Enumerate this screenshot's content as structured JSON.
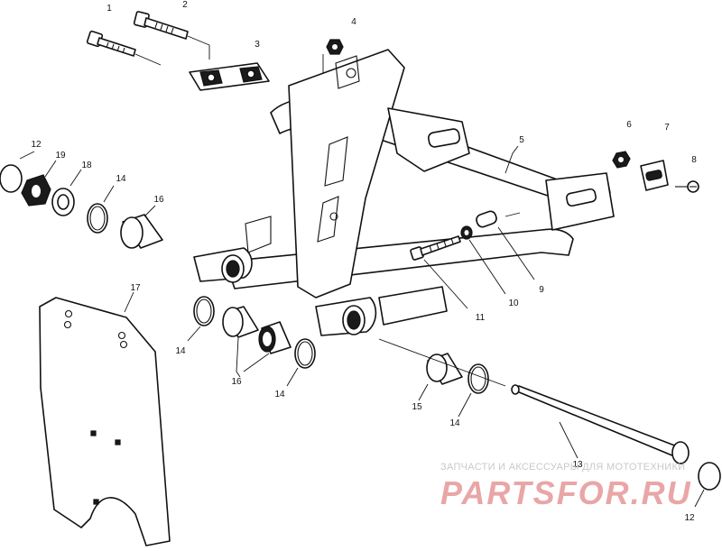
{
  "callouts": [
    {
      "id": "c1",
      "text": "1"
    },
    {
      "id": "c2",
      "text": "2"
    },
    {
      "id": "c3",
      "text": "3"
    },
    {
      "id": "c4",
      "text": "4"
    },
    {
      "id": "c5",
      "text": "5"
    },
    {
      "id": "c6",
      "text": "6"
    },
    {
      "id": "c7",
      "text": "7"
    },
    {
      "id": "c8",
      "text": "8"
    },
    {
      "id": "c9",
      "text": "9"
    },
    {
      "id": "c10",
      "text": "10"
    },
    {
      "id": "c11",
      "text": "11"
    },
    {
      "id": "c12a",
      "text": "12"
    },
    {
      "id": "c12b",
      "text": "12"
    },
    {
      "id": "c13",
      "text": "13"
    },
    {
      "id": "c14a",
      "text": "14"
    },
    {
      "id": "c14b",
      "text": "14"
    },
    {
      "id": "c14c",
      "text": "14"
    },
    {
      "id": "c14d",
      "text": "14"
    },
    {
      "id": "c15",
      "text": "15"
    },
    {
      "id": "c16a",
      "text": "16"
    },
    {
      "id": "c16b",
      "text": "16"
    },
    {
      "id": "c17",
      "text": "17"
    },
    {
      "id": "c18",
      "text": "18"
    },
    {
      "id": "c19",
      "text": "19"
    }
  ],
  "watermark": {
    "tagline": "ЗАПЧАСТИ И АКСЕССУАРЫ ДЛЯ МОТОТЕХНИКИ",
    "logo": "PARTSFOR.RU"
  }
}
